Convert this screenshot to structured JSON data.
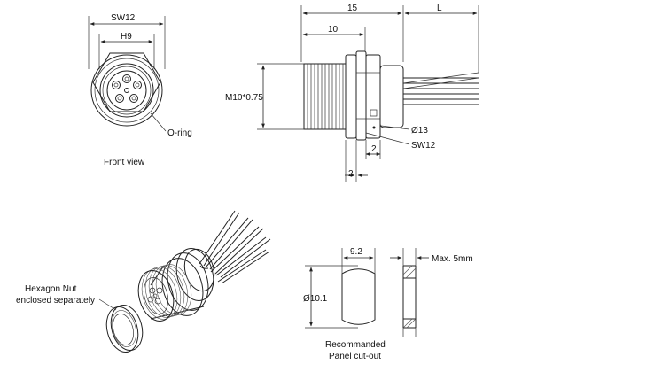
{
  "front_view": {
    "dim_sw": "SW12",
    "dim_hex": "H9",
    "oring": "O-ring",
    "caption": "Front view"
  },
  "side_view": {
    "dim_15": "15",
    "dim_10": "10",
    "dim_l": "L",
    "thread": "M10*0.75",
    "dim_d13": "Ø13",
    "dim_sw": "SW12",
    "dim_2a": "2",
    "dim_2b": "2"
  },
  "iso_view": {
    "nut_label_line1": "Hexagon Nut",
    "nut_label_line2": "enclosed separately"
  },
  "cutout": {
    "dim_width": "9.2",
    "dim_dia": "Ø10.1",
    "caption_line1": "Recommanded",
    "caption_line2": "Panel cut-out",
    "panel_max": "Max. 5mm"
  }
}
